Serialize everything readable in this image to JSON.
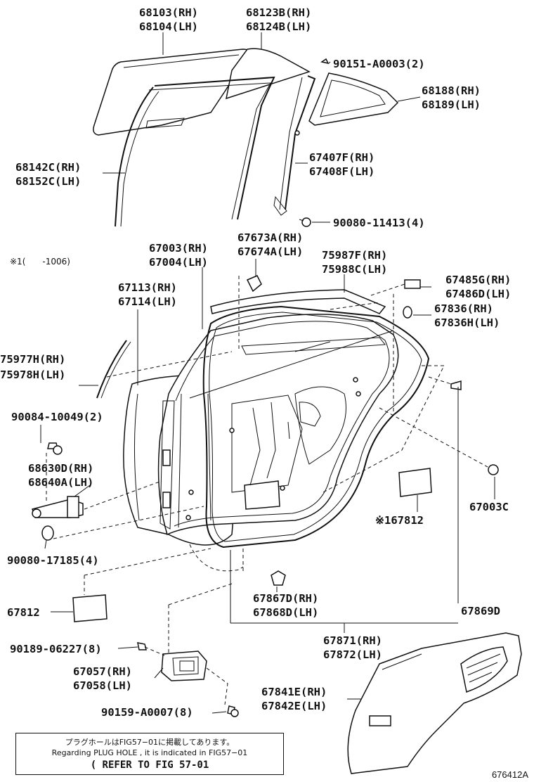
{
  "labels": {
    "p68103": "68103(RH)",
    "p68104": "68104(LH)",
    "p68123B": "68123B(RH)",
    "p68124B": "68124B(LH)",
    "p90151": "90151-A0003(2)",
    "p68188": "68188(RH)",
    "p68189": "68189(LH)",
    "p68142C": "68142C(RH)",
    "p68152C": "68152C(LH)",
    "p67407F": "67407F(RH)",
    "p67408F": "67408F(LH)",
    "p90080a": "90080-11413(4)",
    "p67003": "67003(RH)",
    "p67004": "67004(LH)",
    "p67673A": "67673A(RH)",
    "p67674A": "67674A(LH)",
    "p75987F": "75987F(RH)",
    "p75988C": "75988C(LH)",
    "noteRef": "※1(　　-1006)",
    "p67113": "67113(RH)",
    "p67114": "67114(LH)",
    "p67485G": "67485G(RH)",
    "p67486D": "67486D(LH)",
    "p67836": "67836(RH)",
    "p67836H": "67836H(LH)",
    "p75977H": "75977H(RH)",
    "p75978H": "75978H(LH)",
    "p90084": "90084-10049(2)",
    "p68630D": "68630D(RH)",
    "p68640A": "68640A(LH)",
    "p67003C": "67003C",
    "p167812": "※167812",
    "p90080b": "90080-17185(4)",
    "p67812": "67812",
    "p67867D": "67867D(RH)",
    "p67868D": "67868D(LH)",
    "p67869D": "67869D",
    "p67871": "67871(RH)",
    "p67872": "67872(LH)",
    "p90189": "90189-06227(8)",
    "p67057": "67057(RH)",
    "p67058": "67058(LH)",
    "p67841E": "67841E(RH)",
    "p67842E": "67842E(LH)",
    "p90159": "90159-A0007(8)"
  },
  "note_box": {
    "line1": "プラグホールはFIG57−01に掲載してあります。",
    "line2": "Regarding PLUG HOLE , it is indicated in FIG57−01",
    "line3": "( REFER TO FIG 57-01"
  },
  "figure_id": "676412A"
}
